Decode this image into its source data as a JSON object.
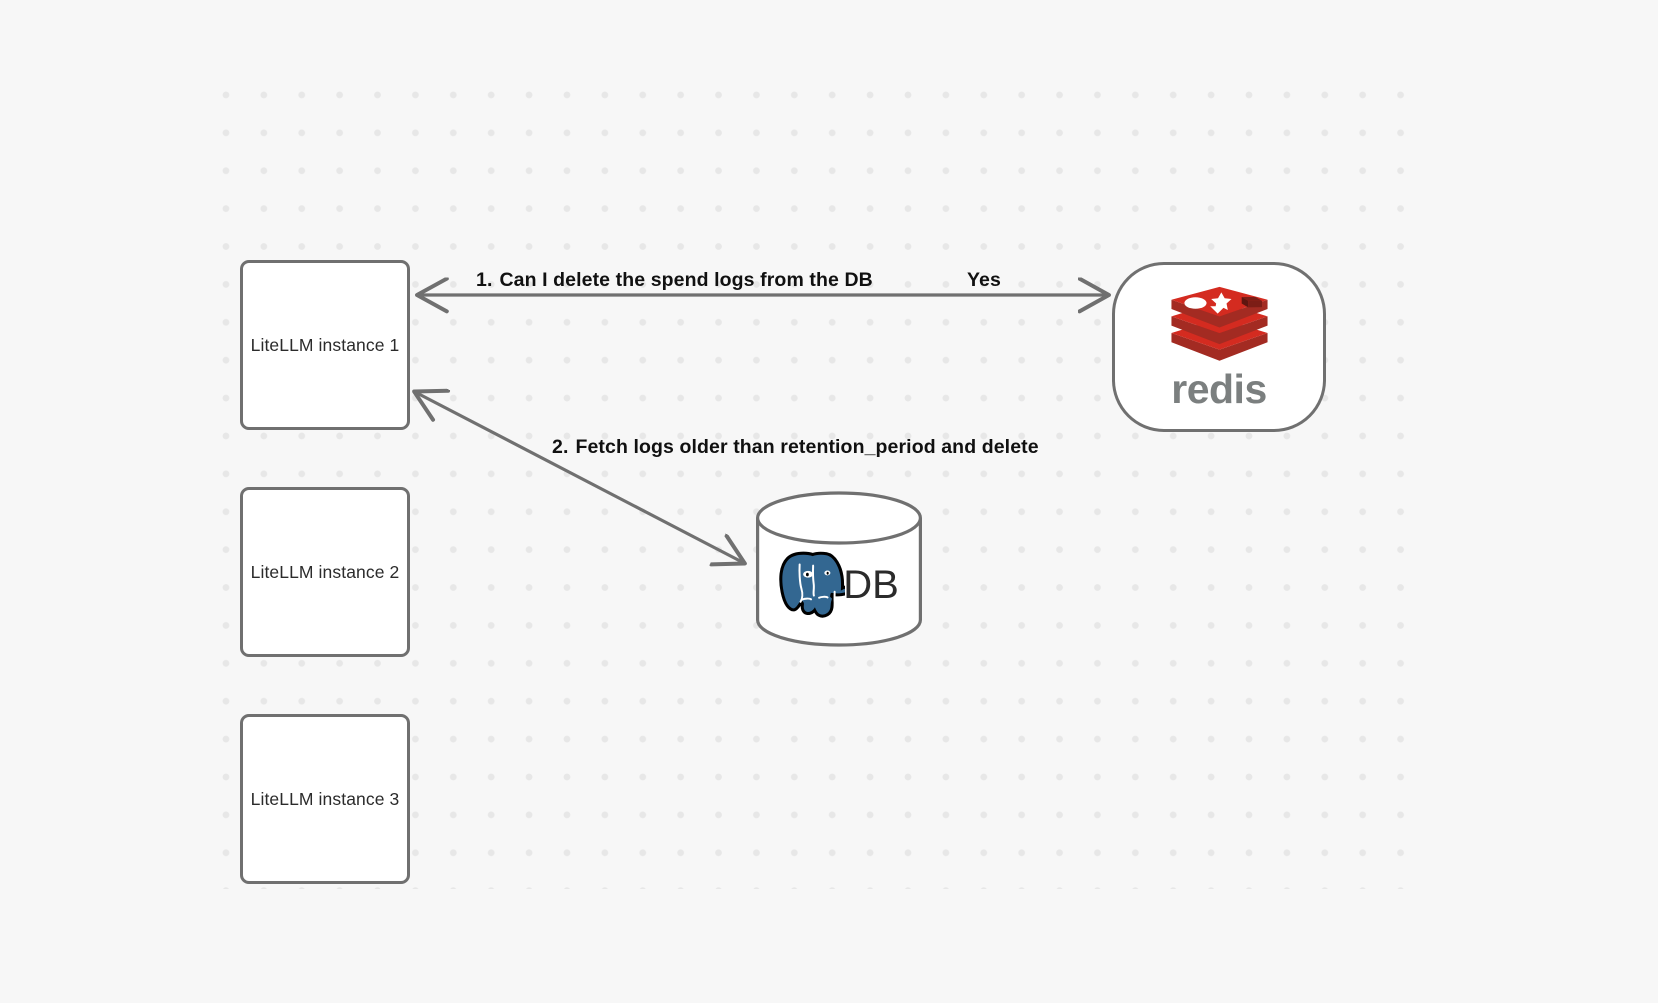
{
  "canvas": {
    "background_color": "#f7f7f7",
    "grid_dot_color": "#e7e7e7",
    "stroke_color": "#707070"
  },
  "nodes": [
    {
      "id": "litellm-1",
      "label": "LiteLLM instance 1"
    },
    {
      "id": "litellm-2",
      "label": "LiteLLM instance 2"
    },
    {
      "id": "litellm-3",
      "label": "LiteLLM instance 3"
    },
    {
      "id": "redis",
      "label": "redis",
      "brand_color": "#d42b20",
      "wordmark_color": "#7b7f7f"
    },
    {
      "id": "db",
      "label": "DB",
      "brand_color": "#336791"
    }
  ],
  "edges": [
    {
      "id": "edge-redis",
      "from": "litellm-1",
      "to": "redis",
      "step": "1.",
      "label": "Can I delete the spend logs from the DB",
      "reply_label": "Yes",
      "direction": "bidirectional"
    },
    {
      "id": "edge-db",
      "from": "litellm-1",
      "to": "db",
      "step": "2.",
      "label": "Fetch logs older than retention_period and delete",
      "direction": "bidirectional"
    }
  ],
  "icons": {
    "redis": "redis-stack-icon",
    "postgres": "postgresql-elephant-icon"
  }
}
